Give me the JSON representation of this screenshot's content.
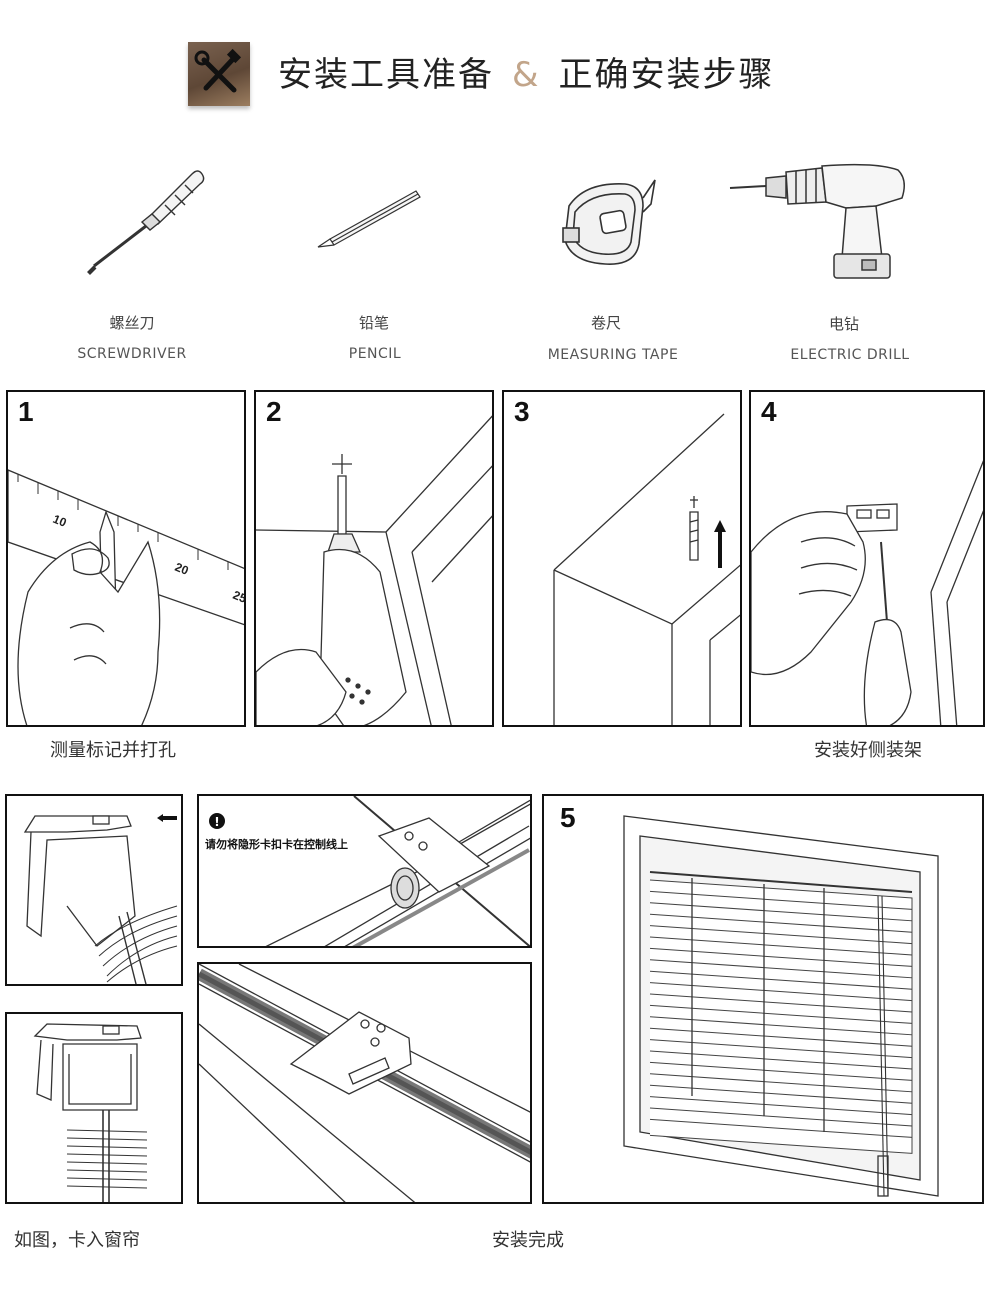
{
  "header": {
    "icon": "tools-icon",
    "title_left": "安装工具准备",
    "ampersand": "&",
    "title_right": "正确安装步骤",
    "accent_color": "#c2a58a"
  },
  "tools": [
    {
      "icon": "screwdriver-icon",
      "label_cn": "螺丝刀",
      "label_en": "SCREWDRIVER"
    },
    {
      "icon": "pencil-icon",
      "label_cn": "铅笔",
      "label_en": "PENCIL"
    },
    {
      "icon": "measuring-tape-icon",
      "label_cn": "卷尺",
      "label_en": "MEASURING TAPE"
    },
    {
      "icon": "electric-drill-icon",
      "label_cn": "电钻",
      "label_en": "ELECTRIC DRILL"
    }
  ],
  "steps": {
    "s1": "1",
    "s2": "2",
    "s3": "3",
    "s4": "4",
    "s5": "5",
    "ruler_marks": [
      "10",
      "20",
      "25"
    ],
    "caption_measure": "测量标记并打孔",
    "caption_bracket": "安装好侧装架",
    "note_clip": "请勿将隐形卡扣卡在控制线上",
    "note_icon": "!",
    "caption_insert": "如图，卡入窗帘",
    "caption_done": "安装完成"
  }
}
